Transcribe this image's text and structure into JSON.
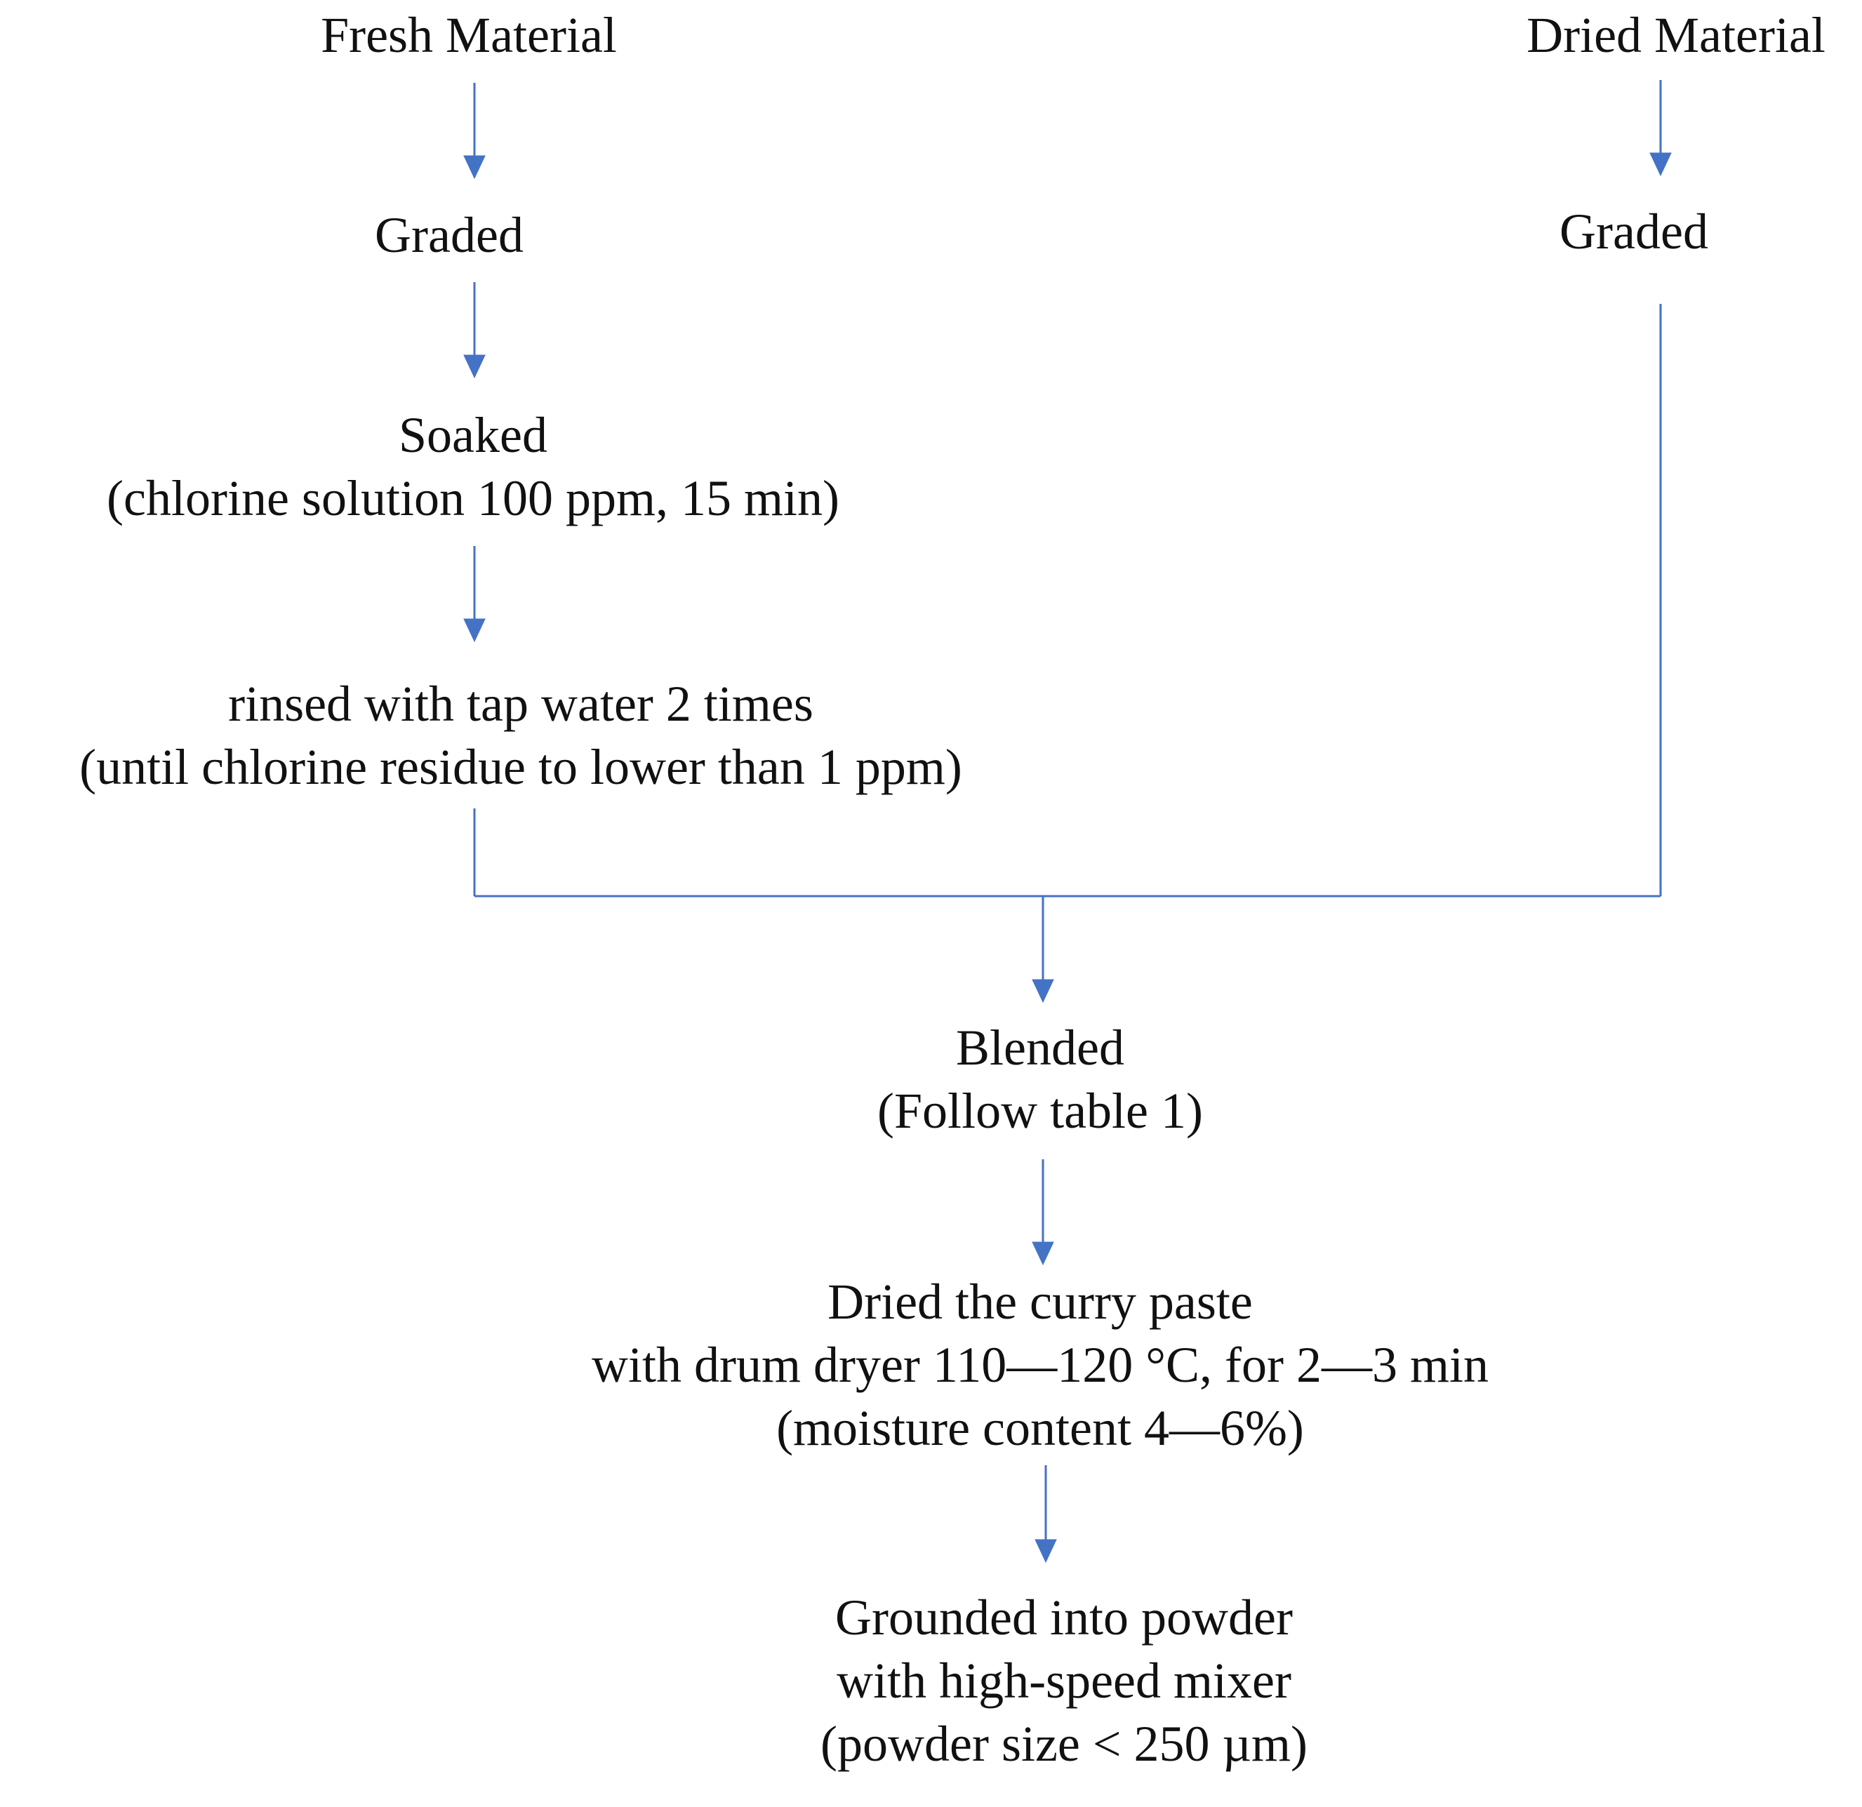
{
  "colors": {
    "connector": "#4472C4",
    "text": "#111111",
    "background": "#ffffff"
  },
  "fresh_branch": {
    "title": "Fresh Material",
    "step_graded": "Graded",
    "step_soaked": {
      "line1": "Soaked",
      "line2": "(chlorine solution 100 ppm, 15 min)"
    },
    "step_rinsed": {
      "line1": "rinsed with tap water 2 times",
      "line2": "(until chlorine residue to lower than 1 ppm)"
    }
  },
  "dried_branch": {
    "title": "Dried Material",
    "step_graded": "Graded"
  },
  "merged": {
    "blended": {
      "line1": "Blended",
      "line2": "(Follow table 1)"
    },
    "drying": {
      "line1": "Dried the curry paste",
      "line2": "with drum dryer 110—120 °C, for 2—3 min",
      "line3": "(moisture content 4—6%)"
    },
    "grinding": {
      "line1": "Grounded into powder",
      "line2": "with high-speed mixer",
      "line3": "(powder size < 250 µm)"
    }
  }
}
